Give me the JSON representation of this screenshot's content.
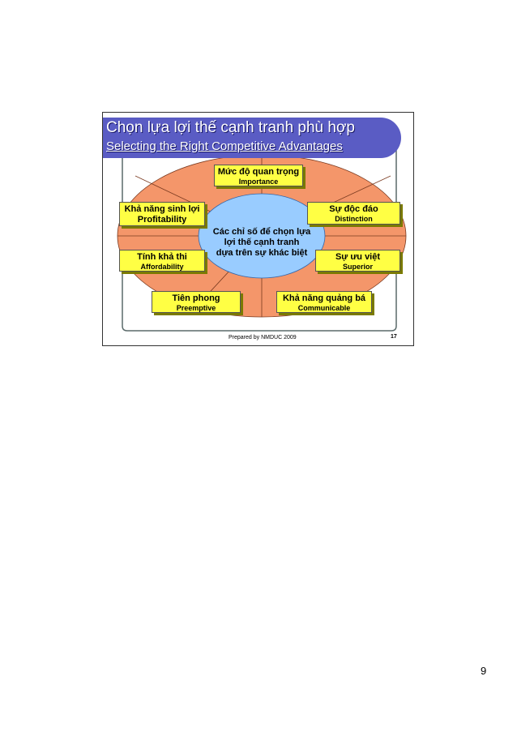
{
  "slide": {
    "title": "Chọn lựa lợi thế cạnh tranh phù hợp",
    "subtitle": "Selecting the Right Competitive Advantages",
    "center": {
      "line1": "Các chỉ số để chọn lựa",
      "line2": "lợi thế cạnh tranh",
      "line3": "dựa trên sự khác biệt"
    },
    "criteria": [
      {
        "vi": "Mức độ quan trọng",
        "en": "Importance"
      },
      {
        "vi": "Khả năng sinh lợi",
        "en": "Profitability"
      },
      {
        "vi": "Sự độc đáo",
        "en": "Distinction"
      },
      {
        "vi": "Tính khả thi",
        "en": "Affordability"
      },
      {
        "vi": "Sự ưu việt",
        "en": "Superior"
      },
      {
        "vi": "Tiên phong",
        "en": "Preemptive"
      },
      {
        "vi": "Khả năng quảng bá",
        "en": "Communicable"
      }
    ],
    "footer": "Prepared by NMDUC 2009",
    "slide_number": "17"
  },
  "page_number": "9",
  "colors": {
    "header": "#5a5cc4",
    "outer_ring": "#f4966a",
    "inner_circle": "#99ccff",
    "box_fill": "#ffff44"
  }
}
